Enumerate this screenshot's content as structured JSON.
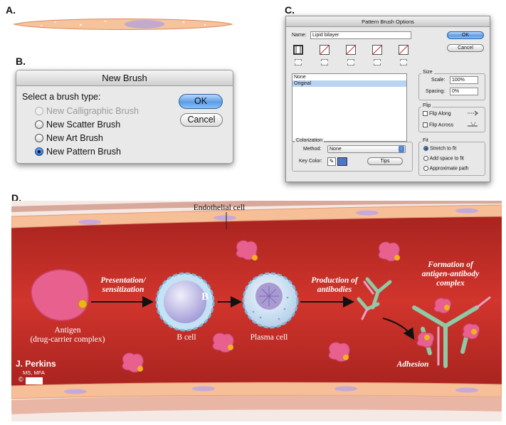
{
  "panels": {
    "a": "A.",
    "b": "B.",
    "c": "C.",
    "d": "D."
  },
  "new_brush": {
    "title": "New Brush",
    "prompt": "Select a brush type:",
    "options": [
      {
        "label": "New Calligraphic Brush",
        "enabled": false,
        "selected": false
      },
      {
        "label": "New Scatter Brush",
        "enabled": true,
        "selected": false
      },
      {
        "label": "New Art Brush",
        "enabled": true,
        "selected": false
      },
      {
        "label": "New Pattern Brush",
        "enabled": true,
        "selected": true
      }
    ],
    "ok_label": "OK",
    "cancel_label": "Cancel"
  },
  "pattern_brush": {
    "title": "Pattern Brush Options",
    "name_label": "Name:",
    "name_value": "Lipid bilayer",
    "ok_label": "OK",
    "cancel_label": "Cancel",
    "list_items": [
      "None",
      "Original"
    ],
    "selected_item": "Original",
    "size": {
      "title": "Size",
      "scale_label": "Scale:",
      "scale_value": "100%",
      "spacing_label": "Spacing:",
      "spacing_value": "0%"
    },
    "flip": {
      "title": "Flip",
      "along_label": "Flip Along",
      "across_label": "Flip Across"
    },
    "fit": {
      "title": "Fit",
      "options": [
        "Stretch to fit",
        "Add space to fit",
        "Approximate path"
      ],
      "selected": "Stretch to fit"
    },
    "colorization": {
      "title": "Colorization",
      "method_label": "Method:",
      "method_value": "None",
      "key_color_label": "Key Color:",
      "tips_label": "Tips"
    }
  },
  "illustration": {
    "endothelial_label": "Endothelial cell",
    "presentation_label": "Presentation/\nsensitization",
    "production_label": "Production of\nantibodies",
    "formation_label": "Formation of\nantigen-antibody\ncomplex",
    "antigen_label": "Antigen\n(drug-carrier complex)",
    "b_cell_label": "B cell",
    "b_cell_letter": "B",
    "plasma_cell_label": "Plasma cell",
    "adhesion_label": "Adhesion",
    "signature": {
      "name": "J. Perkins",
      "credentials": "MS, MFA",
      "mark": "©"
    },
    "colors": {
      "vessel": "#c9302a",
      "wall": "#f4b98e",
      "antigen": "#e85a8a",
      "b_cell": "#b9b4e3",
      "antibody_green": "#8fc9a6",
      "antibody_pink": "#e7a4c6"
    }
  }
}
